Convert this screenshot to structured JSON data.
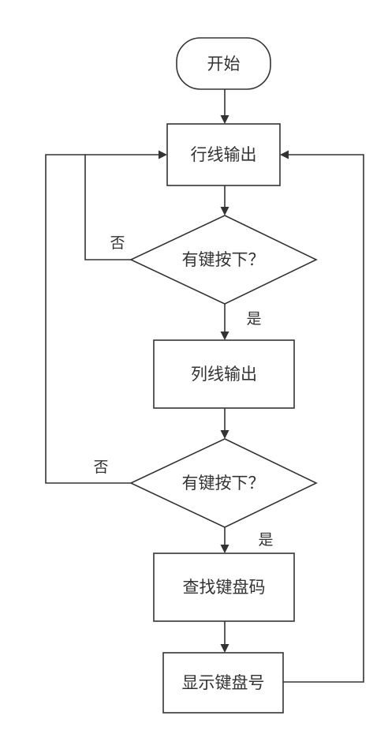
{
  "nodes": {
    "start": "开始",
    "row_output": "行线输出",
    "decision_1": "有键按下？",
    "col_output": "列线输出",
    "decision_2": "有键按下？",
    "find_code": "查找键盘码",
    "show_number": "显示键盘号"
  },
  "edge_labels": {
    "decision_1_no": "否",
    "decision_1_yes": "是",
    "decision_2_no": "否",
    "decision_2_yes": "是"
  },
  "colors": {
    "stroke": "#333333",
    "text": "#333333",
    "background": "#ffffff"
  }
}
